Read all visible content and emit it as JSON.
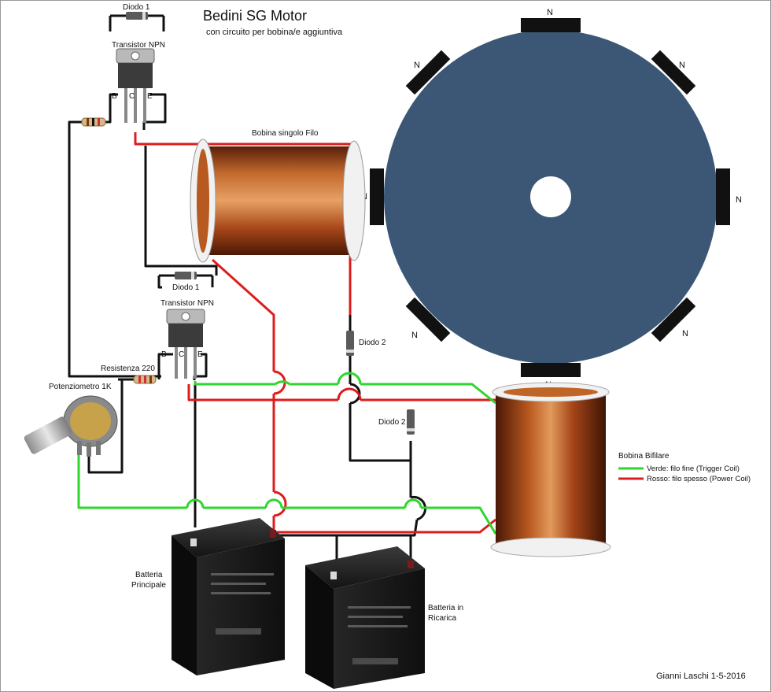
{
  "title": "Bedini SG Motor",
  "subtitle": "con circuito per bobina/e aggiuntiva",
  "labels": {
    "diodo1_top": "Diodo 1",
    "transistor_top": "Transistor NPN",
    "diodo1_mid": "Diodo 1",
    "transistor_mid": "Transistor NPN",
    "pin_b": "B",
    "pin_c": "C",
    "pin_e": "E",
    "bobina_singolo": "Bobina singolo Filo",
    "diodo2_a": "Diodo 2",
    "diodo2_b": "Diodo 2",
    "resistenza": "Resistenza 220",
    "potenziometro": "Potenziometro 1K",
    "batteria_principale_1": "Batteria",
    "batteria_principale_2": "Principale",
    "batteria_ricarica_1": "Batteria in",
    "batteria_ricarica_2": "Ricarica",
    "bobina_bifilare": "Bobina Bifilare",
    "legend_verde": "Verde: filo fine (Trigger Coil)",
    "legend_rosso": "Rosso: filo spesso (Power Coil)",
    "magnet_pole": "N",
    "credit": "Gianni Laschi 1-5-2016"
  },
  "colors": {
    "rotor": "#3b5775",
    "magnet": "#111111",
    "wire_black": "#111111",
    "wire_red": "#dd1c1c",
    "wire_green": "#2ed62e",
    "copper": "#9a3d12",
    "battery": "#1b1b1b",
    "transistor": "#8a8a8a"
  }
}
